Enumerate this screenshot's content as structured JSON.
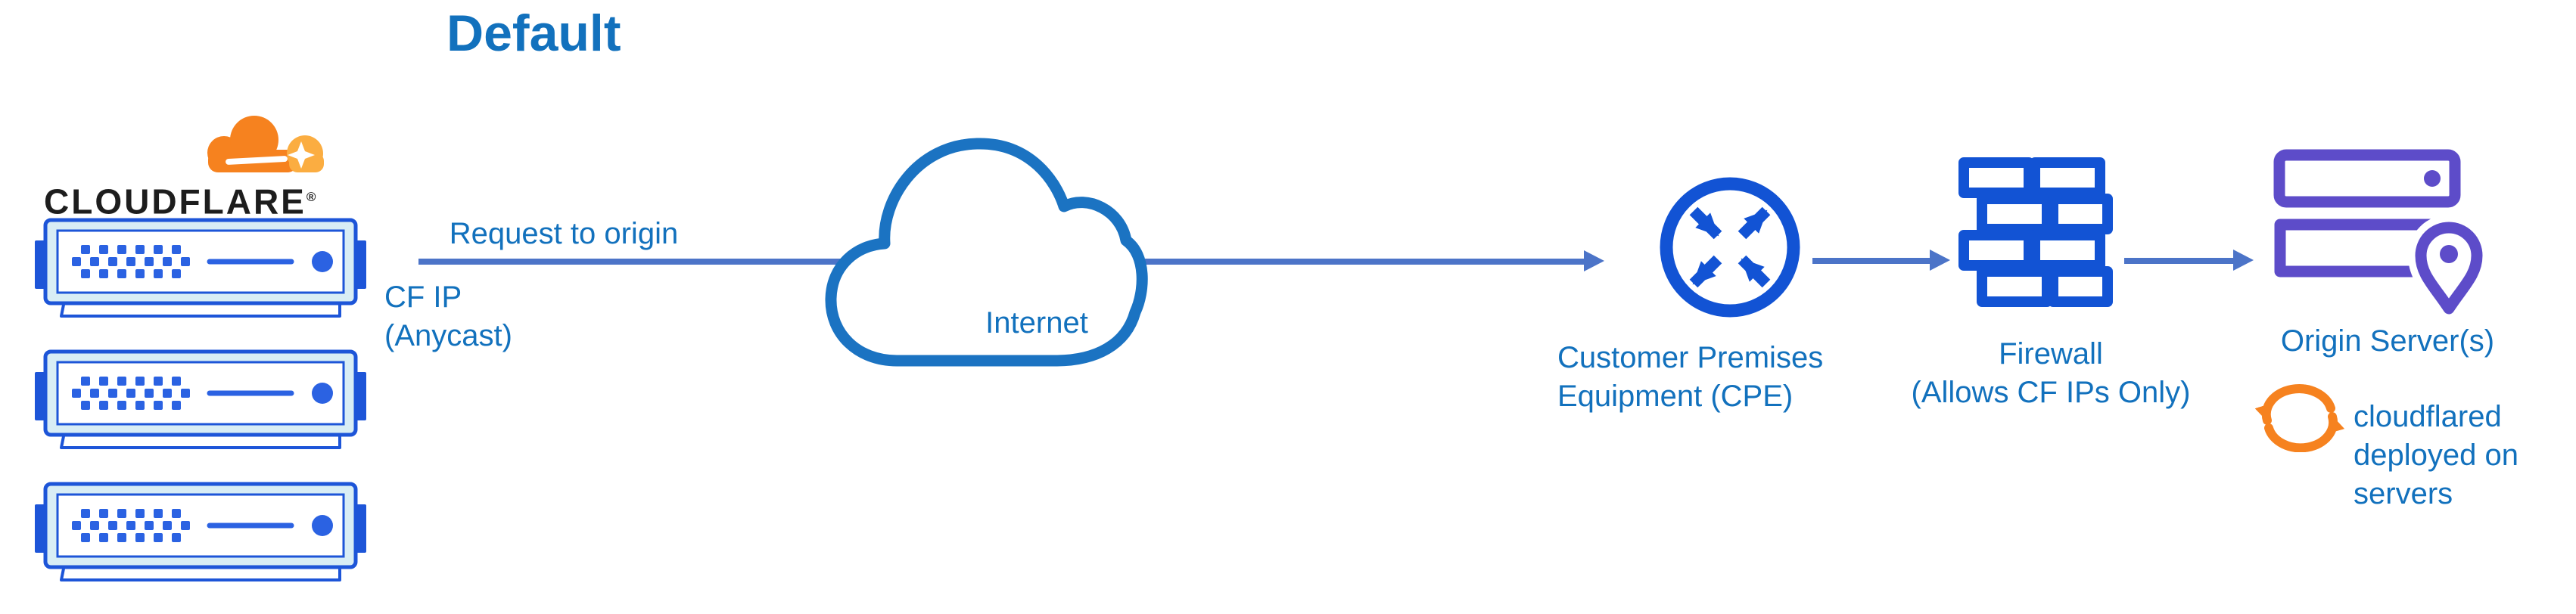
{
  "title": "Default",
  "logo": {
    "wordmark": "CLOUDFLARE",
    "registered": "®"
  },
  "labels": {
    "request_to_origin": "Request to origin",
    "cf_ip": "CF IP\n(Anycast)",
    "internet": "Internet",
    "cpe": "Customer Premises\nEquipment (CPE)",
    "firewall": "Firewall\n(Allows CF IPs Only)",
    "origin": "Origin Server(s)",
    "cloudflared_note": "cloudflared\ndeployed on\nservers"
  },
  "diagram": {
    "type": "network-flow",
    "flow": [
      "Cloudflare edge servers (CF IP Anycast)",
      "Internet",
      "Customer Premises Equipment (CPE)",
      "Firewall (Allows CF IPs Only)",
      "Origin Server(s)"
    ],
    "edge_label": "Request to origin",
    "annotation": "cloudflared deployed on servers",
    "icons": [
      "cloudflare-logo-icon",
      "edge-server-icon (x3)",
      "internet-cloud-icon",
      "cpe-router-icon",
      "firewall-brick-icon",
      "origin-servers-icon",
      "location-pin-icon",
      "sync-arrows-icon"
    ]
  },
  "colors": {
    "label_text_blue": "#1271bd",
    "arrow_blue": "#4c74c8",
    "icon_royal_blue": "#1253d4",
    "cloud_outline_blue": "#1b73c2",
    "server_fill_light_cyan": "#d8edf5",
    "server_stroke_blue": "#1d55d8",
    "server_dot_blue": "#2b62e2",
    "origin_purple": "#5d4cc9",
    "cloudflare_orange": "#f6821f",
    "cloudflare_light_orange": "#fbad41",
    "wordmark_black": "#1d1d1d",
    "background": "#ffffff"
  }
}
